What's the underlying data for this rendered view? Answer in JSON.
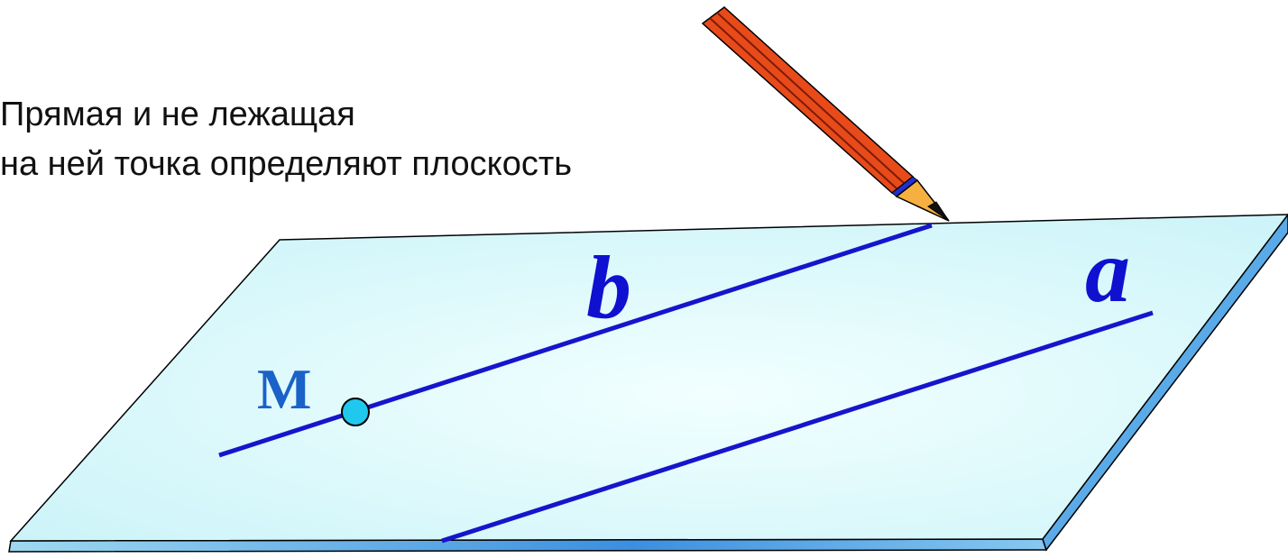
{
  "caption": {
    "line1": "Прямая и не лежащая",
    "line2": "на ней точка определяют плоскость"
  },
  "labels": {
    "point": "M",
    "line_b": "b",
    "line_a": "a"
  },
  "colors": {
    "plane_light": "#f2ffff",
    "plane_mid": "#c9f3f8",
    "plane_edge": "#6ab8e8",
    "line": "#1515cc",
    "point_fill": "#20c8ee",
    "point_label": "#1a62c8",
    "line_label": "#1010d0",
    "pencil_body": "#e84a1a",
    "pencil_stripe": "#7a1c08",
    "pencil_wood": "#f6b040",
    "pencil_band": "#2030d0"
  }
}
